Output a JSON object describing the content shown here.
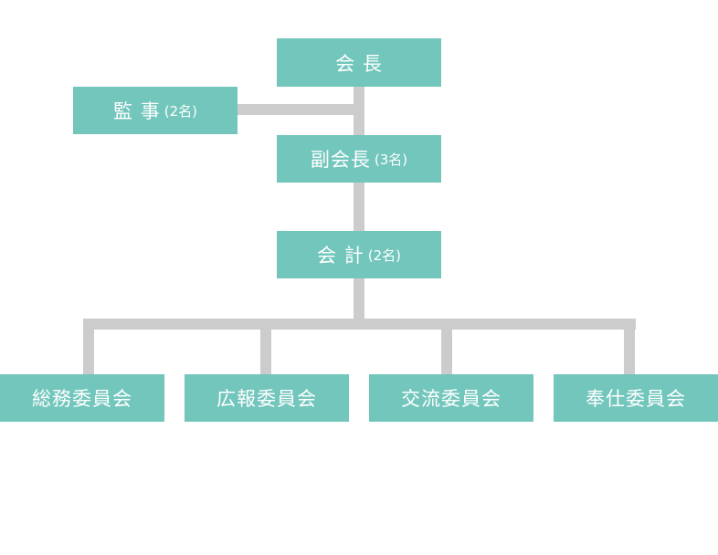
{
  "org_chart": {
    "president": {
      "label": "会 長"
    },
    "auditor": {
      "label": "監 事",
      "note": "(2名)"
    },
    "vice_president": {
      "label": "副会長",
      "note": "(3名)"
    },
    "treasurer": {
      "label": "会 計",
      "note": "(2名)"
    },
    "committees": [
      {
        "label": "総務委員会"
      },
      {
        "label": "広報委員会"
      },
      {
        "label": "交流委員会"
      },
      {
        "label": "奉仕委員会"
      }
    ]
  },
  "colors": {
    "box": "#72c6bc",
    "connector": "#cccccc",
    "text": "#ffffff"
  }
}
